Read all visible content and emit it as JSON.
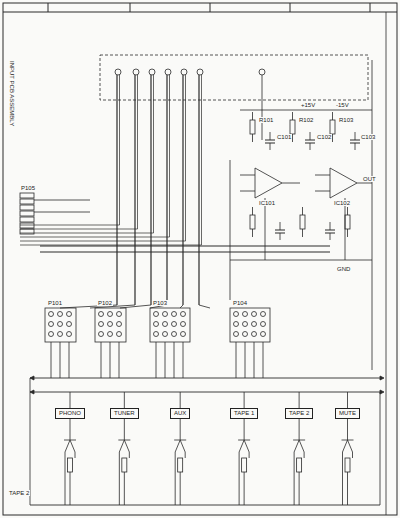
{
  "diagram": {
    "nodes": [
      {
        "text": [
          "PHONO"
        ]
      },
      {
        "text": [
          "TUNER"
        ]
      },
      {
        "text": [
          "AUX"
        ]
      },
      {
        "text": [
          "TAPE 1"
        ]
      },
      {
        "text": [
          "TAPE 2"
        ]
      },
      {
        "text": [
          "MUTE"
        ]
      }
    ],
    "labels": [
      "INPUT PCB ASSEMBLY",
      "IC101",
      "IC102",
      "P101",
      "P102",
      "P103",
      "P104",
      "P105",
      "R101",
      "R102",
      "C101",
      "C102",
      "R103",
      "C103",
      "TAPE 2",
      "OUT",
      "+15V",
      "-15V",
      "GND"
    ]
  }
}
